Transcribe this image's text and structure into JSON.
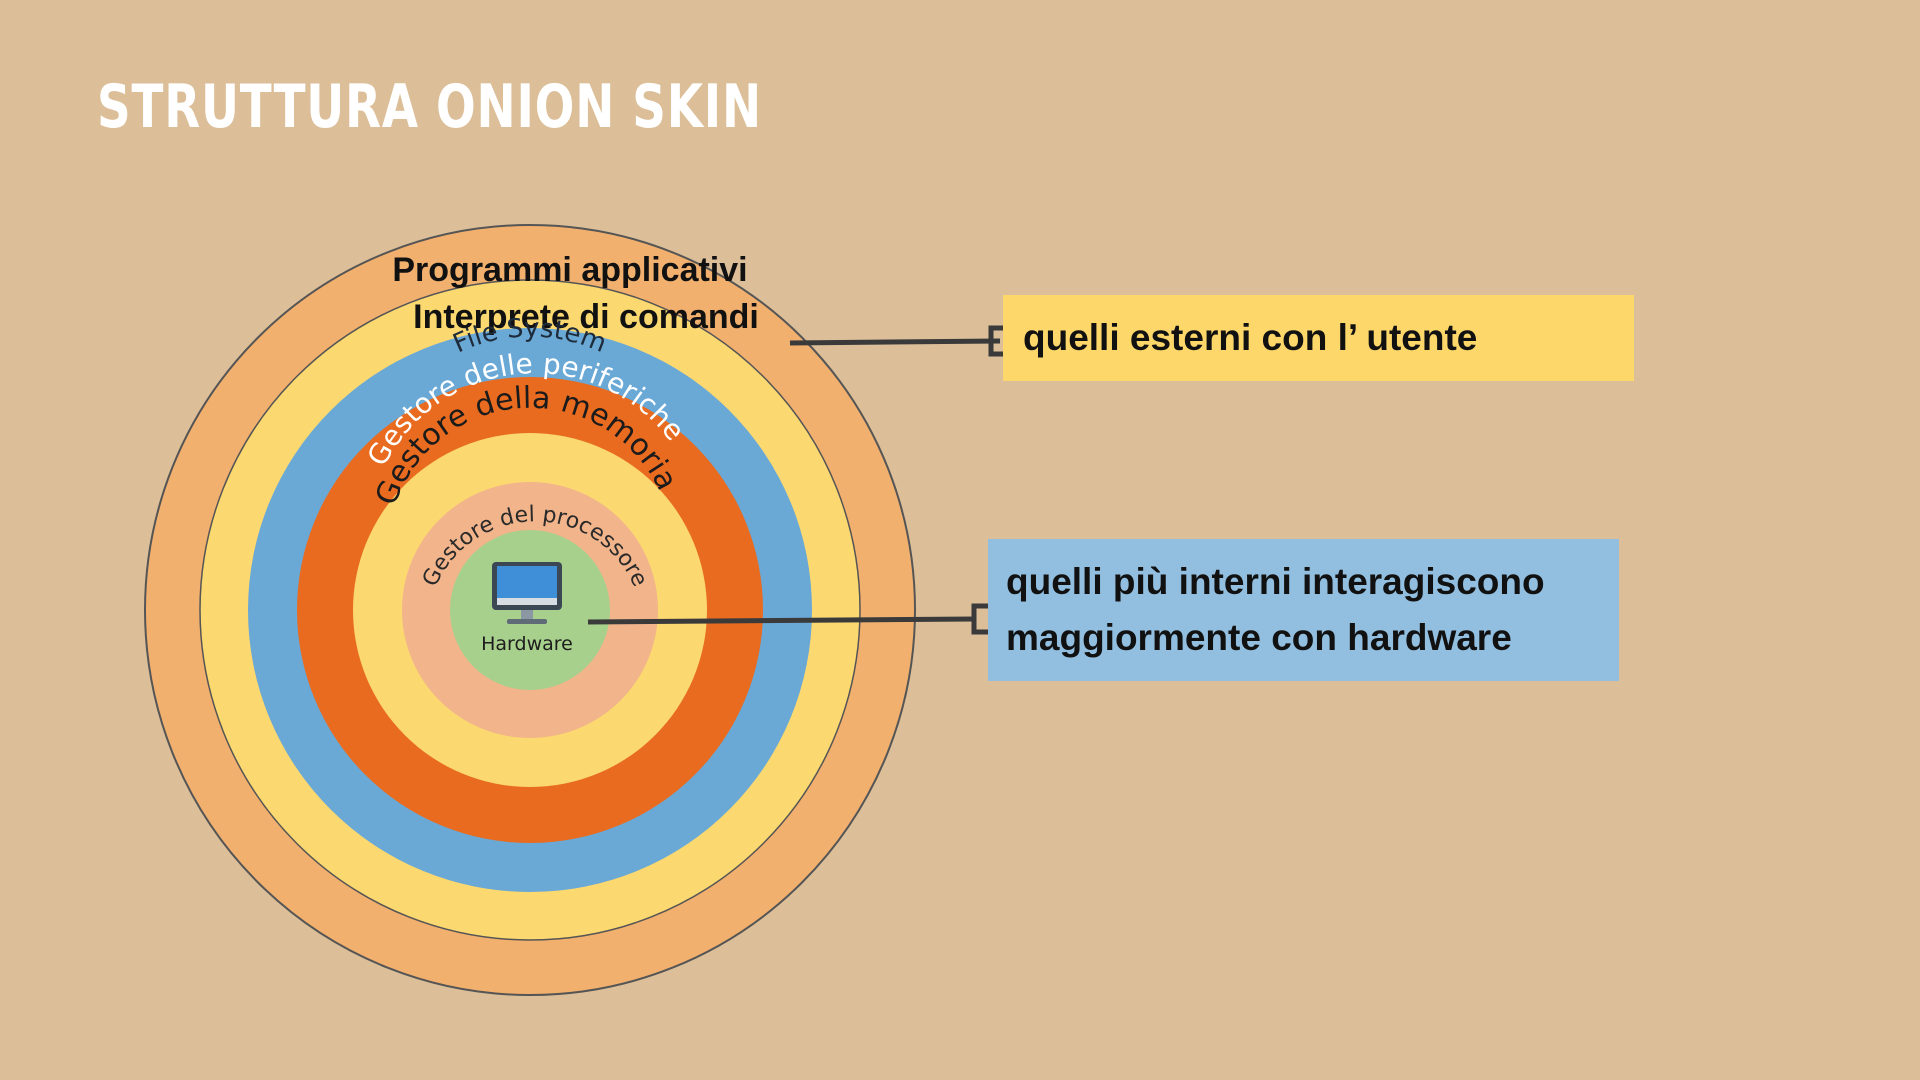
{
  "slide": {
    "title": "STRUTTURA ONION SKIN",
    "background_color": "#dcbf98"
  },
  "rings": [
    {
      "label": "Programmi applicativi",
      "color": "#f2b06e"
    },
    {
      "label": "Interprete di comandi",
      "color": "#fbd870"
    },
    {
      "label": "File System",
      "color": "#6aa8d6"
    },
    {
      "label": "Gestore delle periferiche",
      "color": "#e96b1f"
    },
    {
      "label": "Gestore della memoria",
      "color": "#fbd870"
    },
    {
      "label": "Gestore del processore",
      "color": "#f2b48a"
    },
    {
      "label": "Hardware",
      "color": "#a8d08d",
      "icon": "computer-icon"
    }
  ],
  "callouts": {
    "outer": {
      "text": "quelli esterni con l’ utente",
      "color": "#fdd76a"
    },
    "inner": {
      "line1": "quelli più interni interagiscono",
      "line2": "maggiormente con hardware",
      "color": "#92bfe0"
    }
  }
}
